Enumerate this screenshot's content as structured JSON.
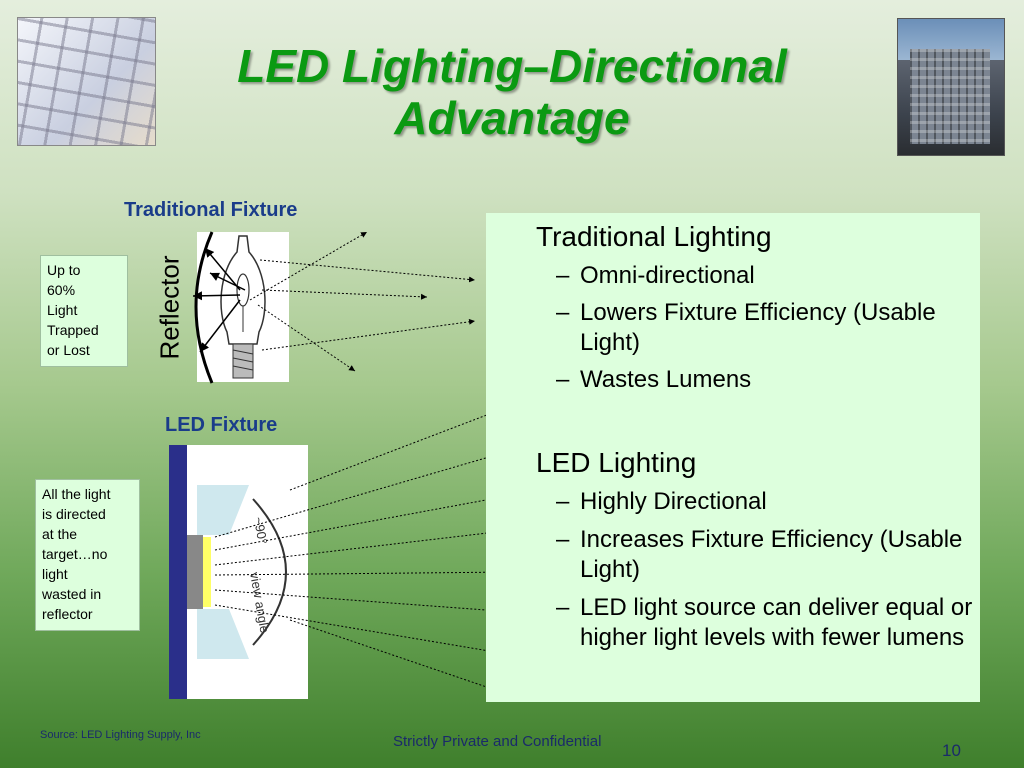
{
  "slide": {
    "title_line1": "LED Lighting–Directional",
    "title_line2": "Advantage",
    "page_number": "10"
  },
  "traditional_fixture": {
    "label": "Traditional Fixture",
    "reflector_label": "Reflector",
    "note": [
      "Up to",
      "60%",
      "Light",
      "Trapped",
      "or Lost"
    ]
  },
  "led_fixture": {
    "label": "LED Fixture",
    "angle_label": "~90°",
    "view_angle_label": "view angle",
    "note": [
      "All the light",
      "is directed",
      "at the",
      "target…no",
      "light",
      "wasted in",
      "reflector"
    ]
  },
  "content": {
    "traditional_heading": "Traditional Lighting",
    "traditional_bullets": [
      "Omni-directional",
      "Lowers Fixture Efficiency (Usable Light)",
      "Wastes Lumens"
    ],
    "led_heading": "LED Lighting",
    "led_bullets": [
      "Highly Directional",
      "Increases Fixture Efficiency (Usable Light)",
      "LED light source can deliver equal or higher light levels with fewer lumens"
    ],
    "dash": "–"
  },
  "footer": {
    "source": "Source: LED Lighting Supply, Inc",
    "confidential": "Strictly Private and Confidential"
  },
  "colors": {
    "title": "#0b9a12",
    "label": "#1a3c8a",
    "box_bg": "#ddffdd",
    "led_bar": "#2a2f8a"
  },
  "icons": {
    "bulb": "light-bulb-icon",
    "led": "led-fixture-icon"
  }
}
